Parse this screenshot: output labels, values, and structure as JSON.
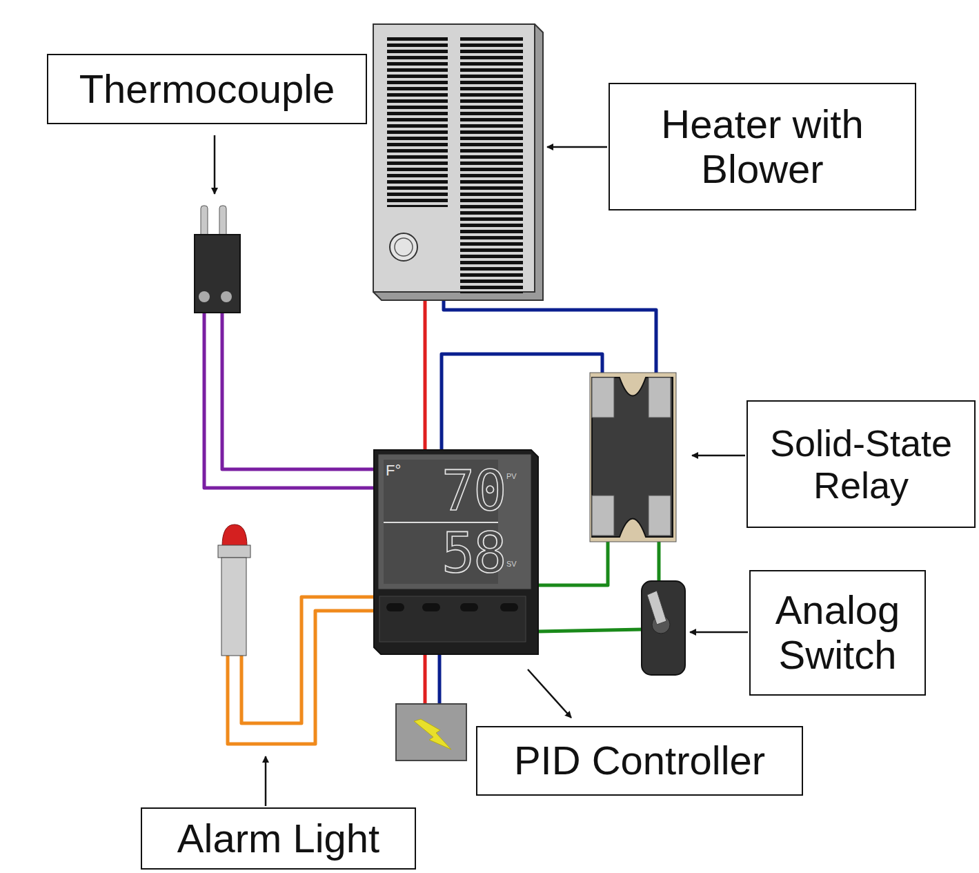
{
  "diagram": {
    "nodes": [
      {
        "text": [
          "Thermocouple"
        ]
      },
      {
        "text": [
          "Heater with Blower"
        ]
      },
      {
        "text": [
          "Solid-State Relay"
        ]
      },
      {
        "text": [
          "Analog Switch"
        ]
      },
      {
        "text": [
          "PID Controller"
        ]
      },
      {
        "text": [
          "Alarm Light"
        ]
      }
    ],
    "labels": [
      "F°",
      "70",
      "PV",
      "58",
      "SV"
    ]
  }
}
